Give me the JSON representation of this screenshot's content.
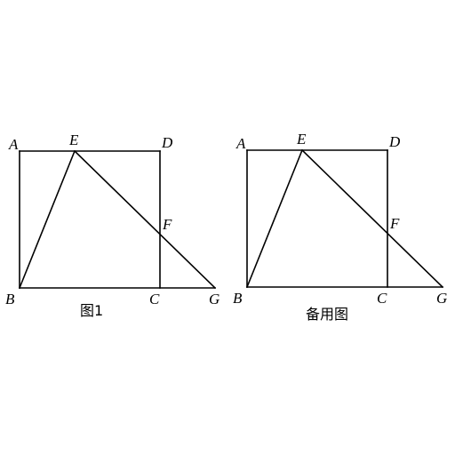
{
  "figures": [
    {
      "caption": "图1",
      "points": {
        "A": "A",
        "B": "B",
        "C": "C",
        "D": "D",
        "E": "E",
        "F": "F",
        "G": "G"
      }
    },
    {
      "caption": "备用图",
      "points": {
        "A": "A",
        "B": "B",
        "C": "C",
        "D": "D",
        "E": "E",
        "F": "F",
        "G": "G"
      }
    }
  ],
  "colors": {
    "line": "#000000",
    "background": "#ffffff"
  }
}
